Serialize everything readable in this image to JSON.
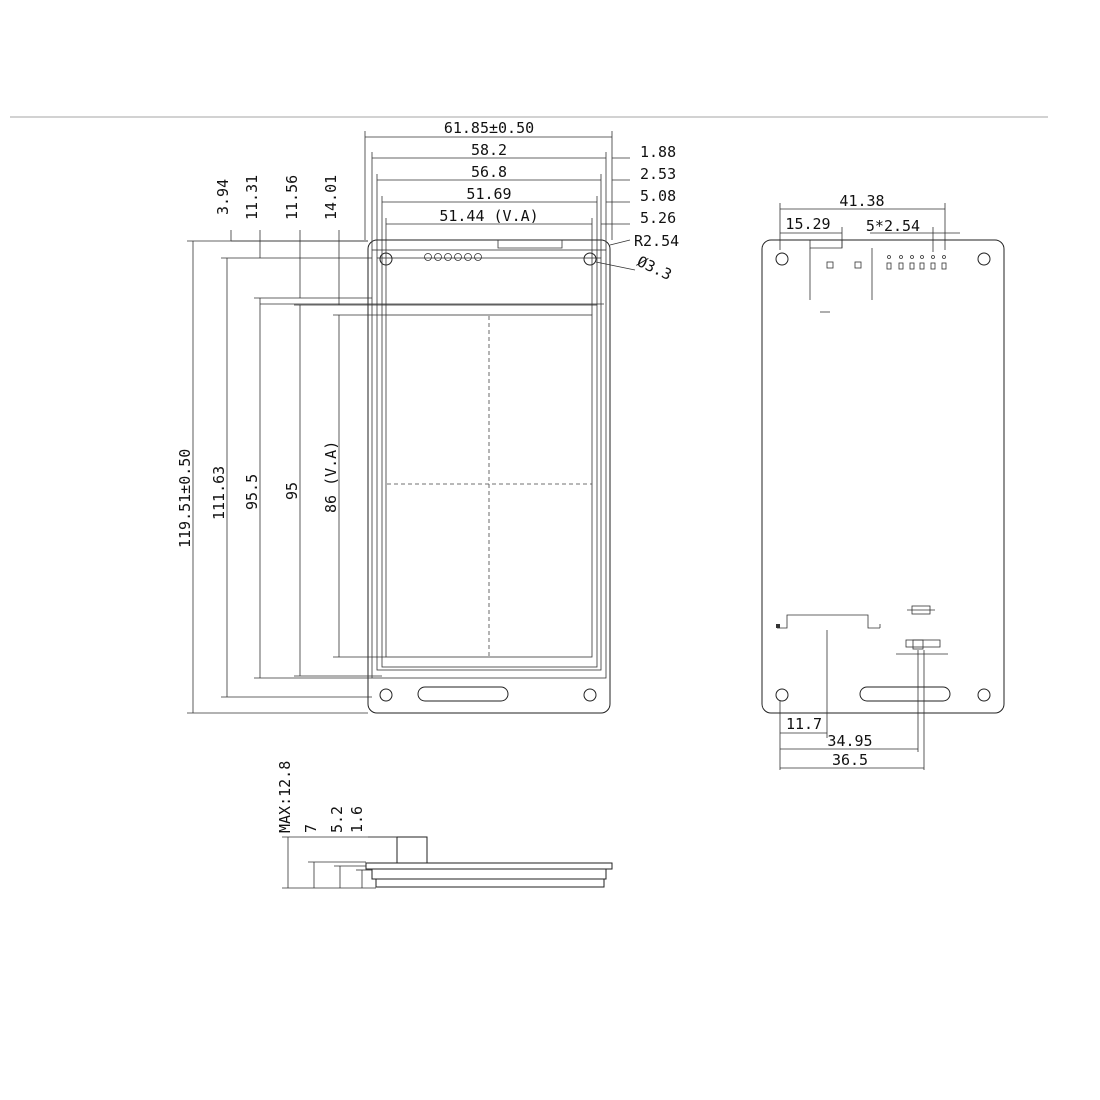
{
  "front_view": {
    "top_dims": {
      "overall_width": "61.85±0.50",
      "width_58_2": "58.2",
      "width_56_8": "56.8",
      "width_51_69": "51.69",
      "view_area_width": "51.44 (V.A)"
    },
    "right_dims": {
      "d1": "1.88",
      "d2": "2.53",
      "d3": "5.08",
      "d4": "5.26",
      "corner_radius": "R2.54",
      "hole_diameter": "Ø3.3"
    },
    "left_dims": {
      "overall_height": "119.51±0.50",
      "h_111_63": "111.63",
      "h_95_5": "95.5",
      "h_95": "95",
      "view_area_height": "86 (V.A)"
    },
    "top_offsets": {
      "o1": "3.94",
      "o2": "11.31",
      "o3": "11.56",
      "o4": "14.01"
    }
  },
  "back_view": {
    "top_dims": {
      "d_41_38": "41.38",
      "d_15_29": "15.29",
      "pin_pitch": "5*2.54"
    },
    "bottom_dims": {
      "d_11_7": "11.7",
      "d_34_95": "34.95",
      "d_36_5": "36.5"
    }
  },
  "side_view": {
    "max_height": "MAX:12.8",
    "h_7": "7",
    "h_5_2": "5.2",
    "h_1_6": "1.6"
  }
}
